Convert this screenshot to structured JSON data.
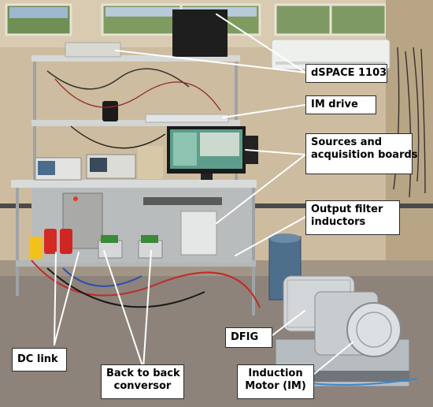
{
  "labels": {
    "dspace": "dSPACE 1103",
    "im_drive": "IM drive",
    "sources_line1": "Sources and",
    "sources_line2": "acquisition boards",
    "filter_line1": "Output filter",
    "filter_line2": "inductors",
    "dc_link": "DC link",
    "b2b_line1": "Back to back",
    "b2b_line2": "conversor",
    "dfig": "DFIG",
    "im_line1": "Induction",
    "im_line2": "Motor (IM)"
  },
  "colors": {
    "wall": "#c9b89a",
    "floor": "#8a8078",
    "label_border": "#2b2b2b",
    "callout_line": "#ffffff"
  }
}
